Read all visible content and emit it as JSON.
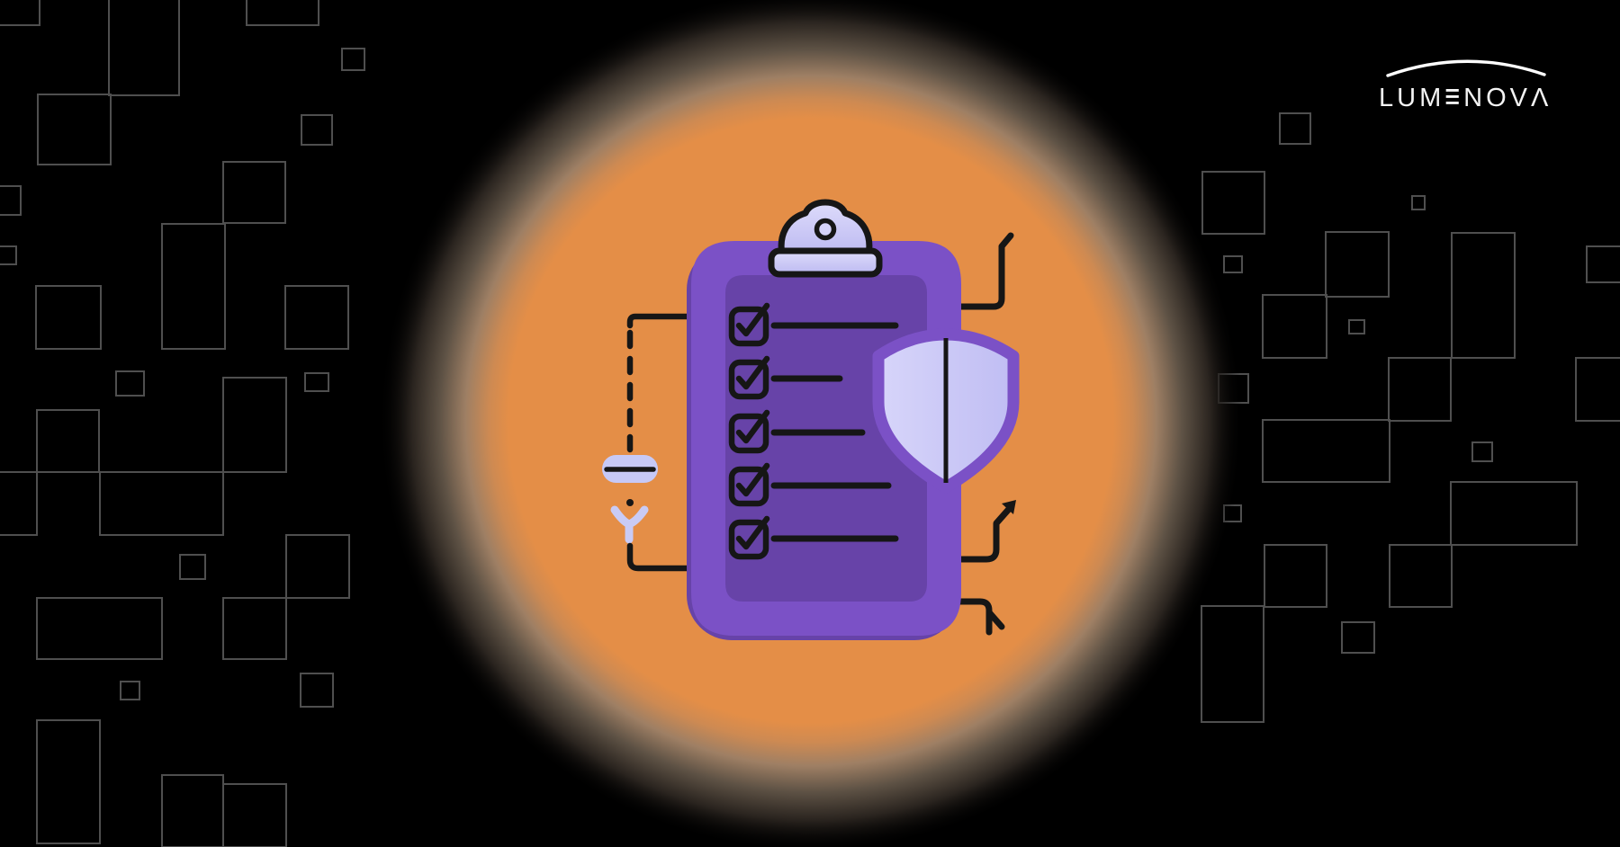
{
  "page": {
    "type": "blog-hero-banner",
    "background_color": "#000000"
  },
  "logo": {
    "brand": "LUMENOVA",
    "word_start": "LUM",
    "e_glyph": "≡",
    "word_mid": "NOV",
    "a_glyph": "Λ",
    "color": "#F4F4F4",
    "arc_icon": "logo-arc-swoosh"
  },
  "illustration": {
    "subject": "compliance-checklist-with-shield",
    "checklist": {
      "item_count": 5,
      "all_checked": true
    },
    "icons": [
      "clipboard-icon",
      "clipboard-clip-icon",
      "checkbox-checked-icon",
      "checklist-line",
      "shield-icon",
      "filter-pill-icon",
      "merge-arrow-icon",
      "dashed-connector-line",
      "flow-line-top-right-icon",
      "flow-arrow-up-right-icon",
      "flow-branch-down-icon"
    ],
    "colors": {
      "orange_circle": "#E48E47",
      "glow_edge": "#9E7F64",
      "clipboard_purple": "#7B51C6",
      "clipboard_purple_shadow": "#6743A8",
      "lavender_light": "#D7D5FA",
      "lavender": "#C7C5F5",
      "outline_black": "#161616",
      "background": "#000000",
      "square_outline_gray": "#4F4F4F",
      "logo_white": "#F4F4F4"
    }
  }
}
